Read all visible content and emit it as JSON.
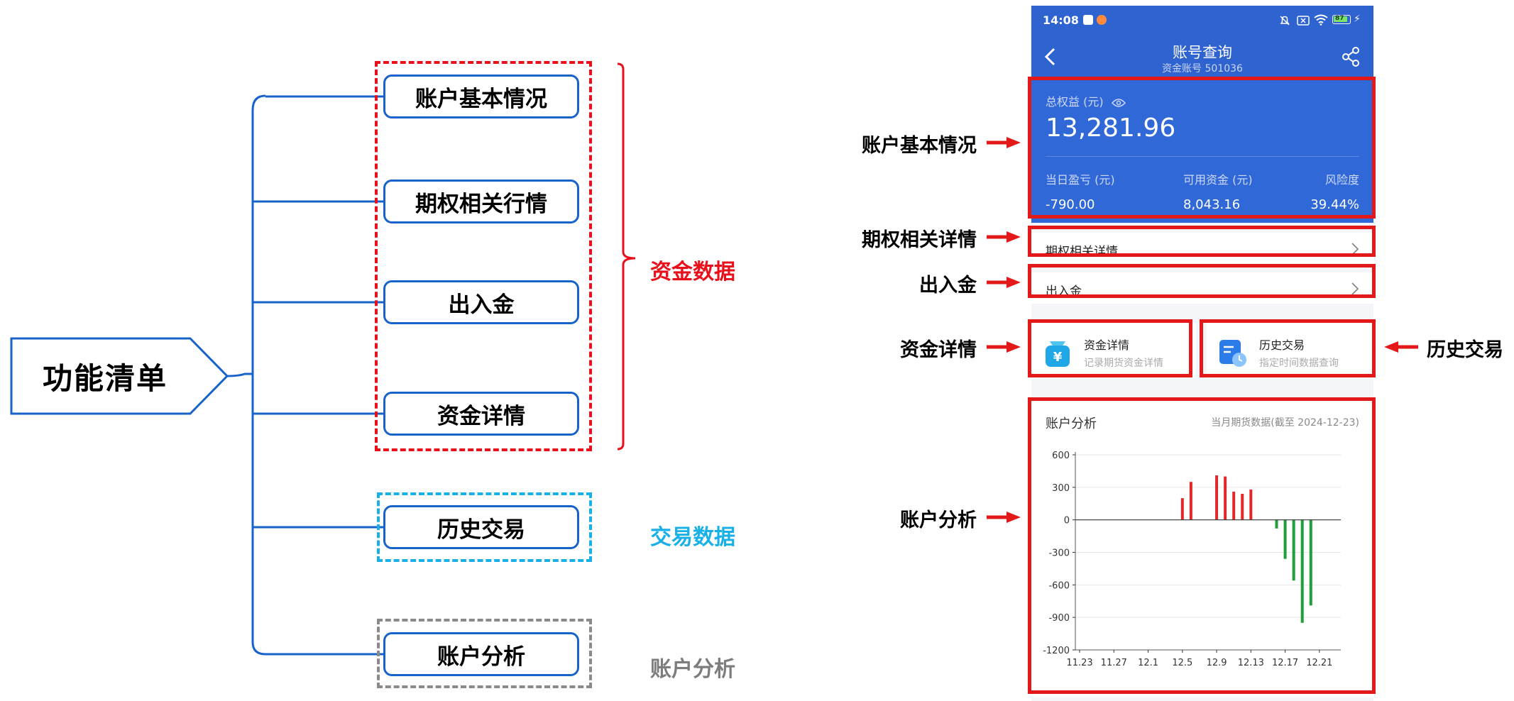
{
  "tree": {
    "root": "功能清单",
    "nodes": [
      "账户基本情况",
      "期权相关行情",
      "出入金",
      "资金详情",
      "历史交易",
      "账户分析"
    ],
    "groups": [
      {
        "label": "资金数据",
        "color": "#e8101a"
      },
      {
        "label": "交易数据",
        "color": "#19b0e8"
      },
      {
        "label": "账户分析",
        "color": "#7d7d7d"
      }
    ]
  },
  "app": {
    "status": {
      "time": "14:08",
      "battery": "87"
    },
    "title": "账号查询",
    "subtitle": "资金账号 501036",
    "equity": {
      "label": "总权益 (元)",
      "value": "13,281.96"
    },
    "stats": [
      {
        "label": "当日盈亏 (元)",
        "value": "-790.00"
      },
      {
        "label": "可用资金 (元)",
        "value": "8,043.16"
      },
      {
        "label": "风险度",
        "value": "39.44%"
      }
    ],
    "rows": [
      "期权相关详情",
      "出入金"
    ],
    "tiles": [
      {
        "title": "资金详情",
        "desc": "记录期货资金详情",
        "icon": "yuan-wallet-icon"
      },
      {
        "title": "历史交易",
        "desc": "指定时间数据查询",
        "icon": "history-document-icon"
      }
    ],
    "chart": {
      "title": "账户分析",
      "note": "当月期货数据(截至 2024-12-23)"
    }
  },
  "callouts": {
    "left": [
      "账户基本情况",
      "期权相关详情",
      "出入金",
      "资金详情",
      "账户分析"
    ],
    "right": "历史交易"
  },
  "chart_data": {
    "type": "bar",
    "x": [
      "11.23",
      "11.24",
      "11.25",
      "11.26",
      "11.27",
      "11.28",
      "11.29",
      "11.30",
      "12.1",
      "12.2",
      "12.3",
      "12.4",
      "12.5",
      "12.6",
      "12.7",
      "12.8",
      "12.9",
      "12.10",
      "12.11",
      "12.12",
      "12.13",
      "12.14",
      "12.15",
      "12.16",
      "12.17",
      "12.18",
      "12.19",
      "12.20",
      "12.21",
      "12.22",
      "12.23"
    ],
    "values": [
      0,
      0,
      0,
      0,
      0,
      0,
      0,
      0,
      0,
      0,
      0,
      0,
      200,
      350,
      0,
      0,
      410,
      400,
      260,
      240,
      280,
      0,
      0,
      -80,
      -360,
      -560,
      -950,
      -790,
      0,
      0,
      0
    ],
    "xticks": [
      "11.23",
      "11.27",
      "12.1",
      "12.5",
      "12.9",
      "12.13",
      "12.17",
      "12.21"
    ],
    "yticks": [
      600,
      300,
      0,
      -300,
      -600,
      -900,
      -1200
    ],
    "ylim": [
      -1200,
      600
    ],
    "positive_color": "#e02828",
    "negative_color": "#1f9e3a",
    "grid": true
  }
}
